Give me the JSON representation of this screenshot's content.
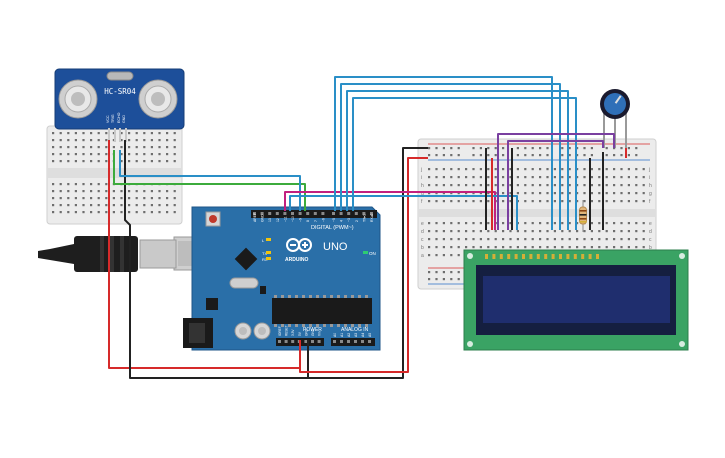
{
  "canvas": {
    "background": "#ffffff"
  },
  "sensor": {
    "label": "HC-SR04",
    "pin_labels": [
      "VCC",
      "TRIG",
      "ECHO",
      "GND"
    ],
    "body_color": "#1d4f9a"
  },
  "arduino": {
    "board_color": "#2a6fa8",
    "logo": "UNO",
    "brand": "ARDUINO",
    "digital_label": "DIGITAL (PWM~)",
    "power_label": "POWER",
    "analog_label": "ANALOG IN",
    "on_label": "ON",
    "tx_label": "TX",
    "rx_label": "RX",
    "l_label": "L",
    "digital_pins": [
      "AREF",
      "GND",
      "13",
      "12",
      "~11",
      "~10",
      "~9",
      "8",
      "7",
      "~6",
      "~5",
      "4",
      "~3",
      "2",
      "TX▸1",
      "RX◂0"
    ],
    "power_pins": [
      "IOREF",
      "RESET",
      "3.3V",
      "5V",
      "GND",
      "GND",
      "Vin"
    ],
    "analog_pins": [
      "A0",
      "A1",
      "A2",
      "A3",
      "A4",
      "A5"
    ]
  },
  "breadboard_right": {
    "row_letters_top": [
      "j",
      "i",
      "h",
      "g",
      "f"
    ],
    "row_letters_bottom": [
      "e",
      "d",
      "c",
      "b",
      "a"
    ]
  },
  "lcd": {
    "pcb_color": "#3aa364",
    "screen_color": "#1f2e6e"
  },
  "colors": {
    "wire_red": "#d62a2a",
    "wire_black": "#222222",
    "wire_blue": "#2a8fc7",
    "wire_green": "#3cab3c",
    "wire_purple": "#7a3fa0",
    "wire_magenta": "#c2207f"
  }
}
